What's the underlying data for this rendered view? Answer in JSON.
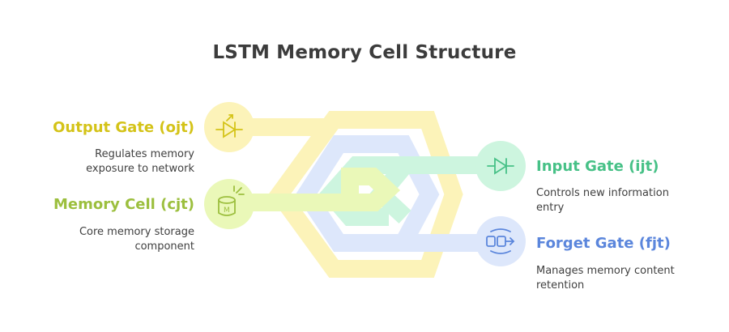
{
  "title": "LSTM Memory Cell Structure",
  "colors": {
    "output": "#d4c318",
    "memory": "#9cbf3e",
    "input": "#47c187",
    "forget": "#5b86dc",
    "text": "#3c3c3c"
  },
  "components": [
    {
      "key": "output",
      "label": "Output Gate (ojt)",
      "description_lines": [
        "Regulates memory",
        "exposure to network"
      ],
      "icon": "output-gate-icon"
    },
    {
      "key": "memory",
      "label": "Memory Cell (cjt)",
      "description_lines": [
        "Core memory storage",
        "component"
      ],
      "icon": "memory-cell-icon"
    },
    {
      "key": "input",
      "label": "Input Gate (ijt)",
      "description_lines": [
        "Controls new information",
        "entry"
      ],
      "icon": "input-gate-icon"
    },
    {
      "key": "forget",
      "label": "Forget Gate (fjt)",
      "description_lines": [
        "Manages memory content",
        "retention"
      ],
      "icon": "forget-gate-icon"
    }
  ]
}
